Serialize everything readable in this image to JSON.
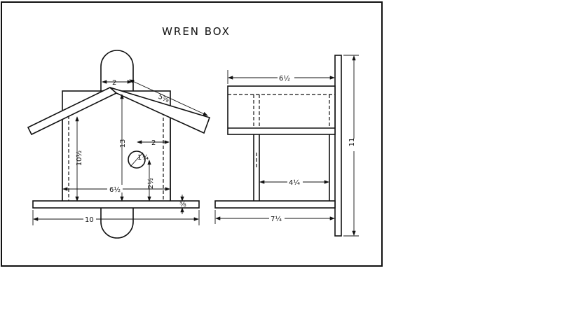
{
  "title": "WREN BOX",
  "front_view": {
    "hanger_width": "2",
    "roof_length": "5⅝",
    "side_height": "10½",
    "center_height": "13",
    "hole_offset": "2",
    "hole_height": "2½",
    "hole_diameter": "1¼",
    "inner_width": "6½",
    "base_thickness": "⅜",
    "base_length": "10"
  },
  "side_view": {
    "roof_depth": "6½",
    "inner_depth": "4¼",
    "base_depth": "7¼",
    "back_height": "11"
  }
}
